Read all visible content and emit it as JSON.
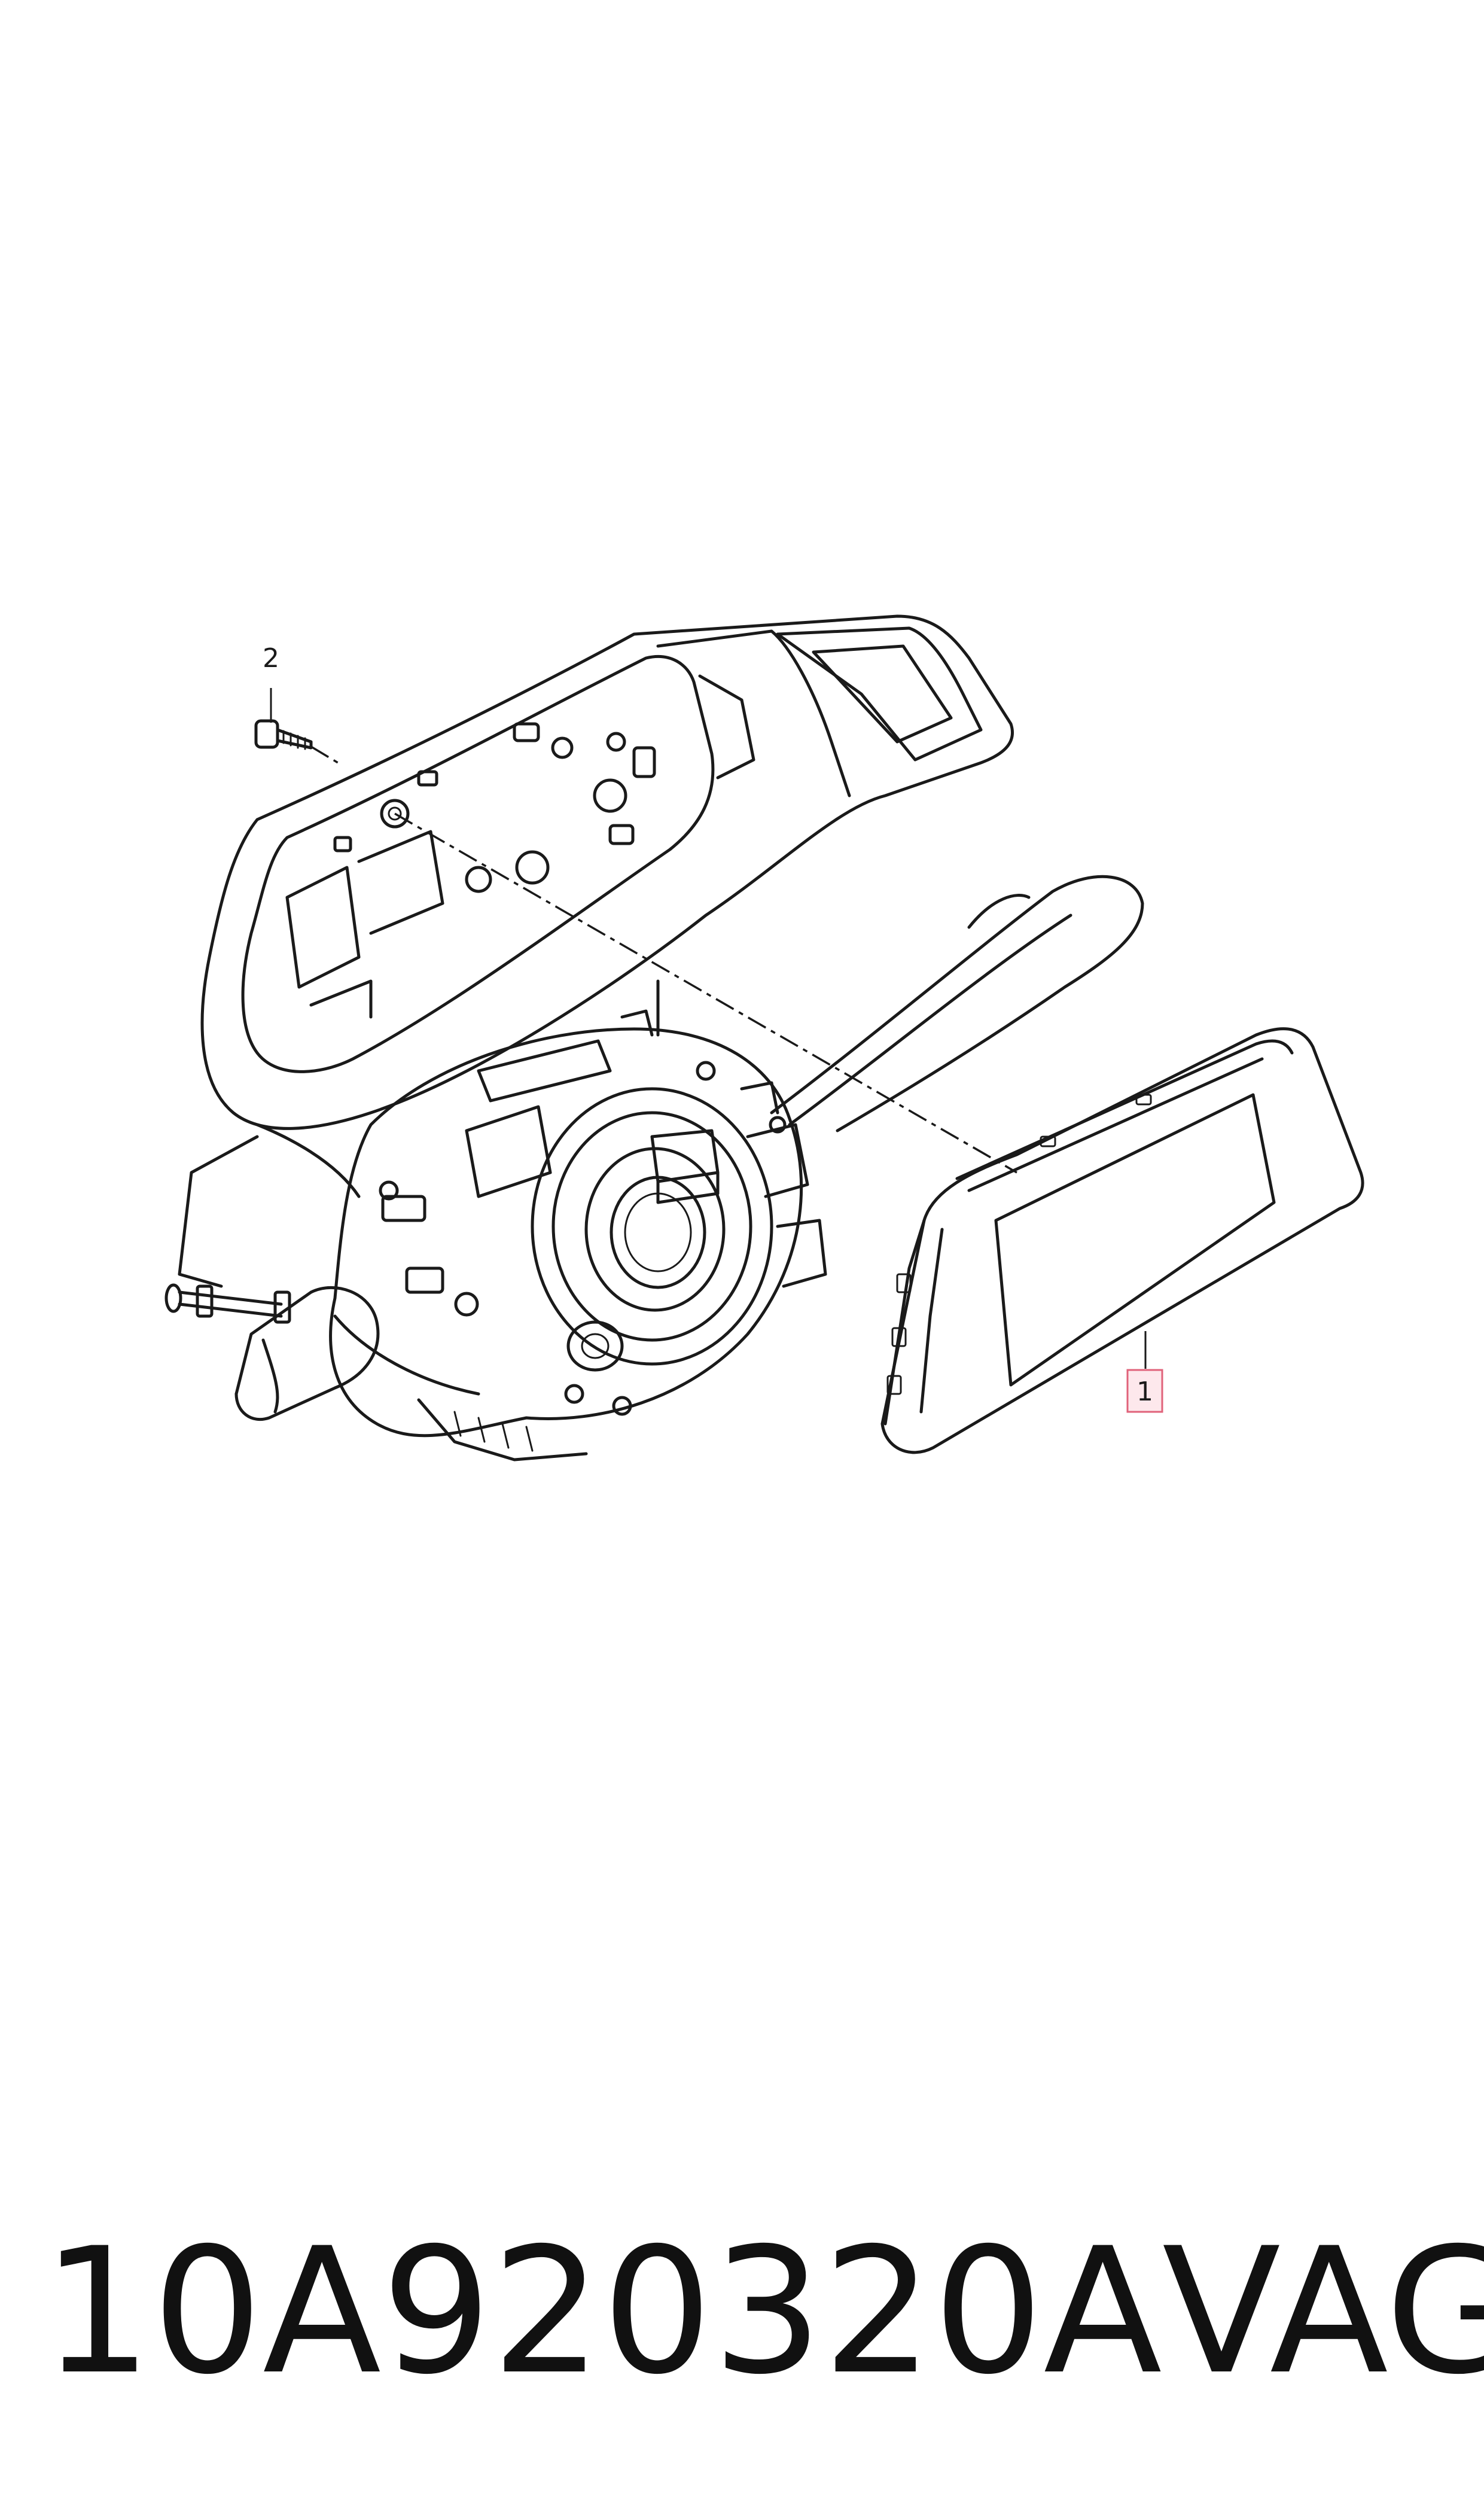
{
  "diagram": {
    "callouts": [
      {
        "number": "1",
        "part": "display-unit",
        "highlighted": true
      },
      {
        "number": "2",
        "part": "screw",
        "highlighted": false
      }
    ],
    "colors": {
      "line": "#1a1a1a",
      "highlight_fill": "#fde8ec",
      "highlight_stroke": "#e0627a"
    }
  },
  "footer": {
    "part_number": "10A920320A",
    "brand": "VAG"
  }
}
